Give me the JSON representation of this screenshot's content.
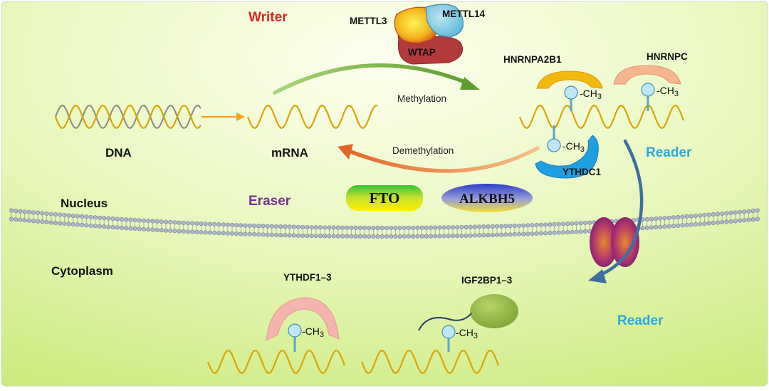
{
  "labels": {
    "writer": "Writer",
    "eraser": "Eraser",
    "reader_top": "Reader",
    "reader_bottom": "Reader",
    "dna": "DNA",
    "mrna": "mRNA",
    "nucleus": "Nucleus",
    "cytoplasm": "Cytoplasm",
    "methylation": "Methylation",
    "demethylation": "Demethylation"
  },
  "proteins": {
    "mettl3": "METTL3",
    "mettl14": "METTL14",
    "wtap": "WTAP",
    "fto": "FTO",
    "alkbh5": "ALKBH5",
    "hnrnpa2b1": "HNRNPA2B1",
    "hnrnpc": "HNRNPC",
    "ythdc1": "YTHDC1",
    "ythdf": "YTHDF1–3",
    "igf2bp": "IGF2BP1–3"
  },
  "methyl_group": "-CH3",
  "colors": {
    "writer": "#e0201e",
    "eraser": "#7a2f8e",
    "reader": "#29a8e0",
    "background_top": "#fdfff0",
    "background_bottom": "#c9ea7a",
    "strand_gold": "#d9a400",
    "strand_gray": "#8a8a80"
  }
}
